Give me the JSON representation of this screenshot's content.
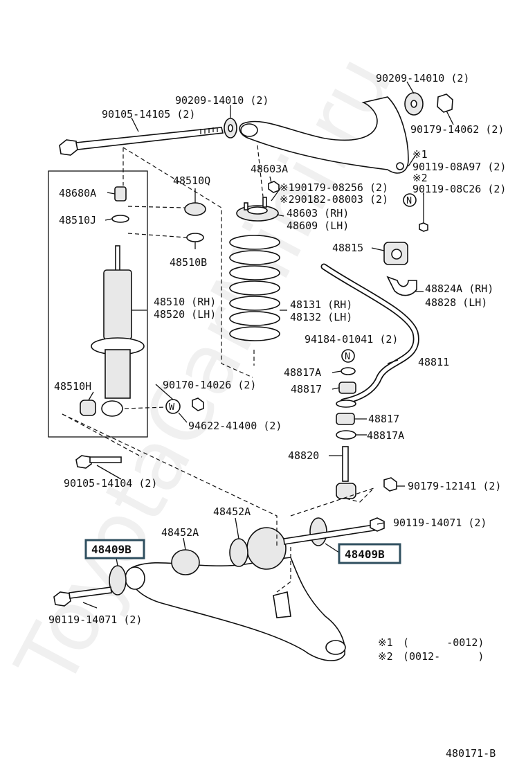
{
  "watermark": "ToyotaCarMini.ru",
  "diagram_code": "480171-B",
  "notes": [
    {
      "mark": "※1",
      "text": "(      -0012)"
    },
    {
      "mark": "※2",
      "text": "(0012-      )"
    }
  ],
  "labels": {
    "p90209_top_right": "90209-14010 (2)",
    "p90179_14062": "90179-14062 (2)",
    "p90209_mid": "90209-14010 (2)",
    "p90105_14105": "90105-14105 (2)",
    "note1_mark": "※1",
    "p90119_08A97": "90119-08A97 (2)",
    "note2_mark": "※2",
    "p90119_08C26": "90119-08C26 (2)",
    "p48603A": "48603A",
    "p190179": "※190179-08256 (2)",
    "p290182": "※290182-08003 (2)",
    "p48603": "48603 (RH)",
    "p48609": "48609 (LH)",
    "p48680A": "48680A",
    "p48510Q": "48510Q",
    "p48510J": "48510J",
    "p48510B": "48510B",
    "p48815": "48815",
    "p48824A": "48824A (RH)",
    "p48828": "48828  (LH)",
    "p48510": "48510 (RH)",
    "p48520": "48520 (LH)",
    "p48131": "48131 (RH)",
    "p48132": "48132 (LH)",
    "p94184": "94184-01041 (2)",
    "p48811": "48811",
    "p48817A_top": "48817A",
    "p48510H": "48510H",
    "p90170": "90170-14026 (2)",
    "p48817_top": "48817",
    "p94622": "94622-41400 (2)",
    "p48817_bot": "48817",
    "p48817A_bot": "48817A",
    "p48820": "48820",
    "p90105_14104": "90105-14104 (2)",
    "p90179_12141": "90179-12141 (2)",
    "p48452A_top": "48452A",
    "p90119_14071_right": "90119-14071 (2)",
    "p48452A_left": "48452A",
    "p48409B_left": "48409B",
    "p48409B_right": "48409B",
    "p90119_14071_left": "90119-14071 (2)",
    "n_mark": "N",
    "w_mark": "W"
  }
}
